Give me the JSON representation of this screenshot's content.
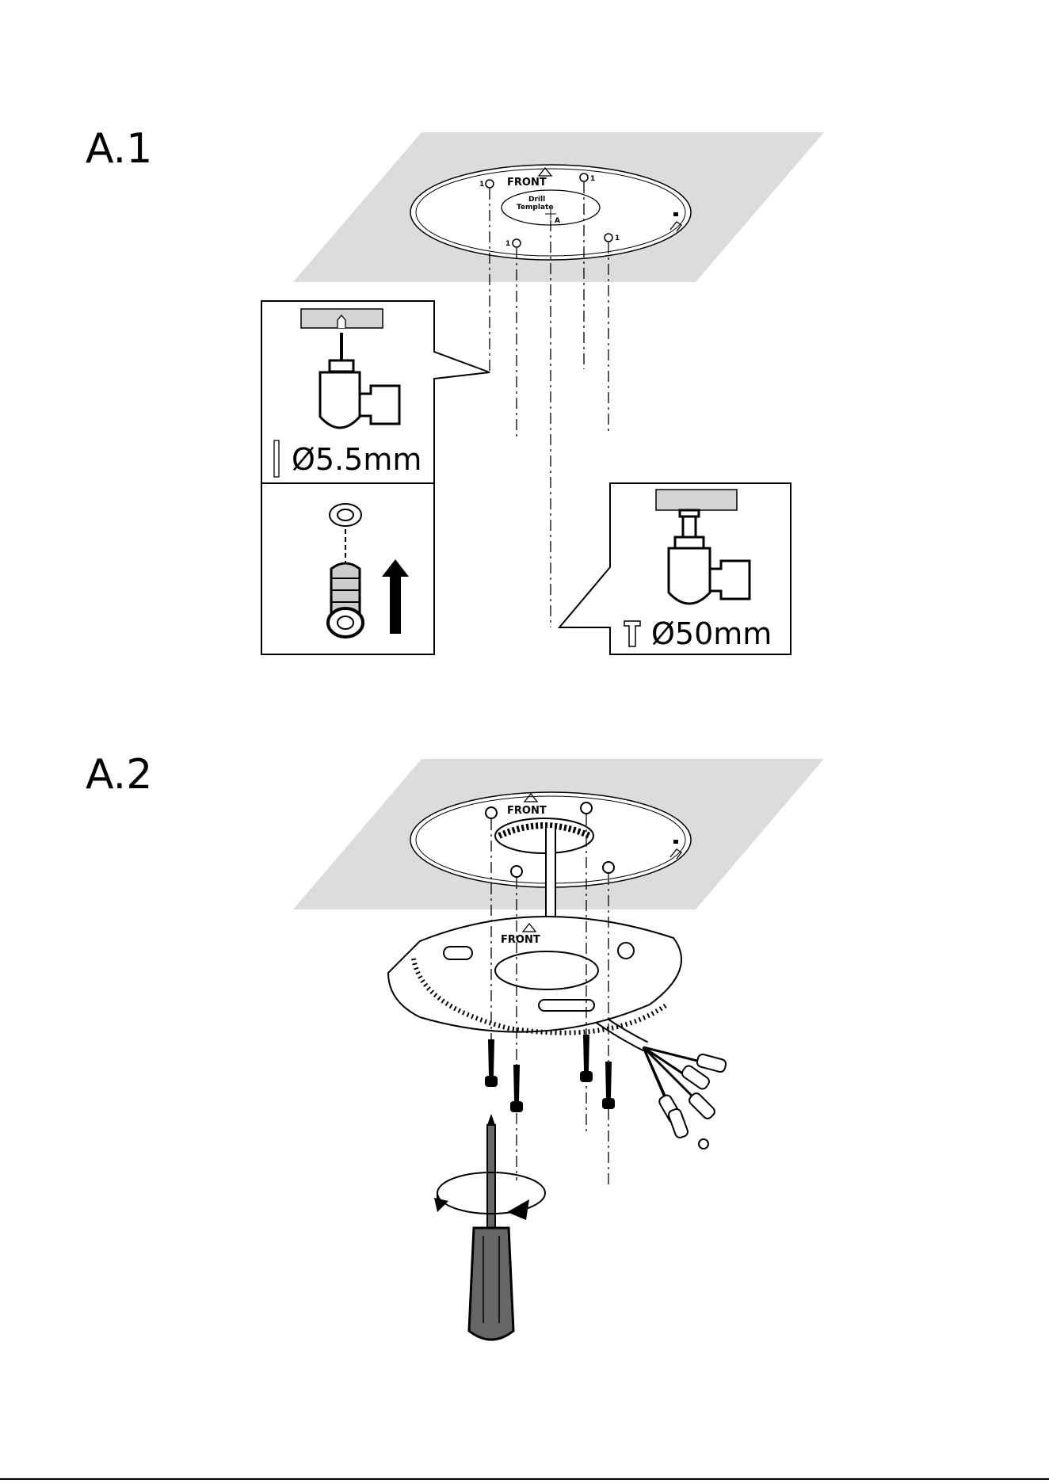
{
  "sections": [
    {
      "title": "A.1"
    },
    {
      "title": "A.2"
    }
  ],
  "a1": {
    "template_front": "FRONT",
    "template_center_line1": "Drill",
    "template_center_line2": "Template",
    "template_center_mark": "A",
    "hole_label_1": "1",
    "hole_label_2": "1",
    "hole_label_3": "1",
    "hole_label_4": "1",
    "drill_small_label": "Ø5.5mm",
    "drill_large_label": "Ø50mm"
  },
  "a2": {
    "plate_front": "FRONT",
    "bracket_front": "FRONT"
  }
}
